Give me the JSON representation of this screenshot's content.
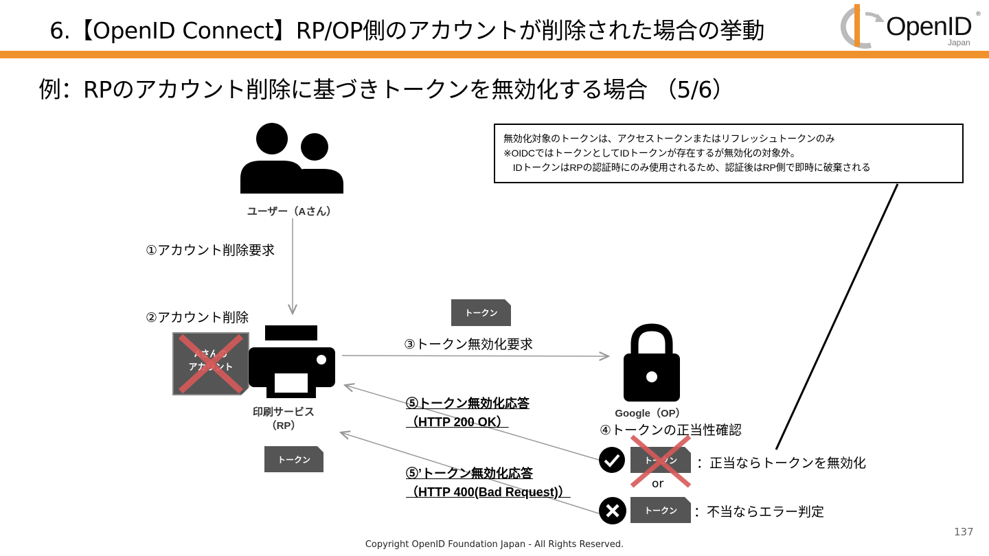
{
  "header": {
    "title": "6.【OpenID Connect】RP/OP側のアカウントが削除された場合の挙動",
    "logo_text": "OpenID",
    "logo_sub": "Japan",
    "logo_reg": "®",
    "accent_color": "#f0922c"
  },
  "subtitle": "例：RPのアカウント削除に基づきトークンを無効化する場合 （5/6）",
  "note": {
    "lines": [
      "無効化対象のトークンは、アクセストークンまたはリフレッシュトークンのみ",
      "※OIDCではトークンとしてIDトークンが存在するが無効化の対象外。",
      "　IDトークンはRPの認証時にのみ使用されるため、認証後はRP側で即時に破棄される"
    ]
  },
  "user": {
    "label": "ユーザー（Aさん）",
    "icon": "users-icon"
  },
  "steps": {
    "step1": "①アカウント削除要求",
    "step2": "②アカウント削除",
    "step3": "③トークン無効化要求",
    "step4": "④トークンの正当性確認",
    "step5_line1": "⑤トークン無効化応答",
    "step5_line2": "（HTTP 200 OK）",
    "step5b_line1": "⑤’トークン無効化応答",
    "step5b_line2": "（HTTP 400(Bad Request)）"
  },
  "account_card": {
    "line1": "Aさんの",
    "line2": "アカウント"
  },
  "rp": {
    "line1": "印刷サービス",
    "line2": "（RP）",
    "icon": "printer-icon"
  },
  "op": {
    "label": "Google（OP）",
    "icon": "lock-icon"
  },
  "token_label": "トークン",
  "results": {
    "valid": "：正当ならトークンを無効化",
    "or": "or",
    "invalid": "：不当ならエラー判定"
  },
  "footer": {
    "page": "137",
    "copyright": "Copyright OpenID Foundation Japan - All Rights Reserved."
  }
}
